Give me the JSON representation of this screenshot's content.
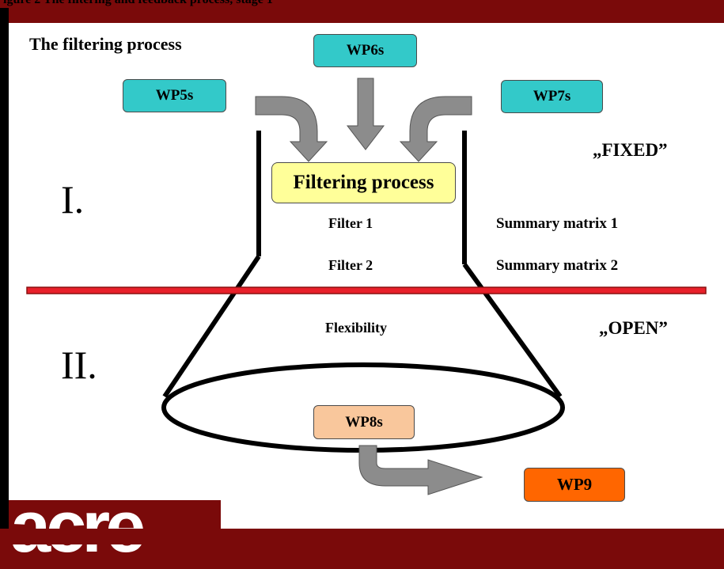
{
  "header": {
    "partial_title": "igure 2 The filtering and feedback process, stage 1"
  },
  "slide": {
    "title": "The filtering process",
    "inputs": [
      "WP5s",
      "WP6s",
      "WP7s"
    ],
    "process_box": "Filtering process",
    "filters": [
      "Filter 1",
      "Filter 2"
    ],
    "matrices": [
      "Summary matrix 1",
      "Summary matrix 2"
    ],
    "fixed_label": "„FIXED”",
    "open_label": "„OPEN”",
    "flexibility": "Flexibility",
    "stage_one": "I.",
    "stage_two": "II.",
    "output_box": "WP8s",
    "final_box": "WP9",
    "logo_text": "acre"
  },
  "colors": {
    "frame": "#7a0a0a",
    "input_box": "#33c9c9",
    "process_box": "#ffff99",
    "output_box": "#f9c79c",
    "final_box": "#ff6600",
    "divider": "#e8202a",
    "arrow": "#8c8c8c"
  }
}
